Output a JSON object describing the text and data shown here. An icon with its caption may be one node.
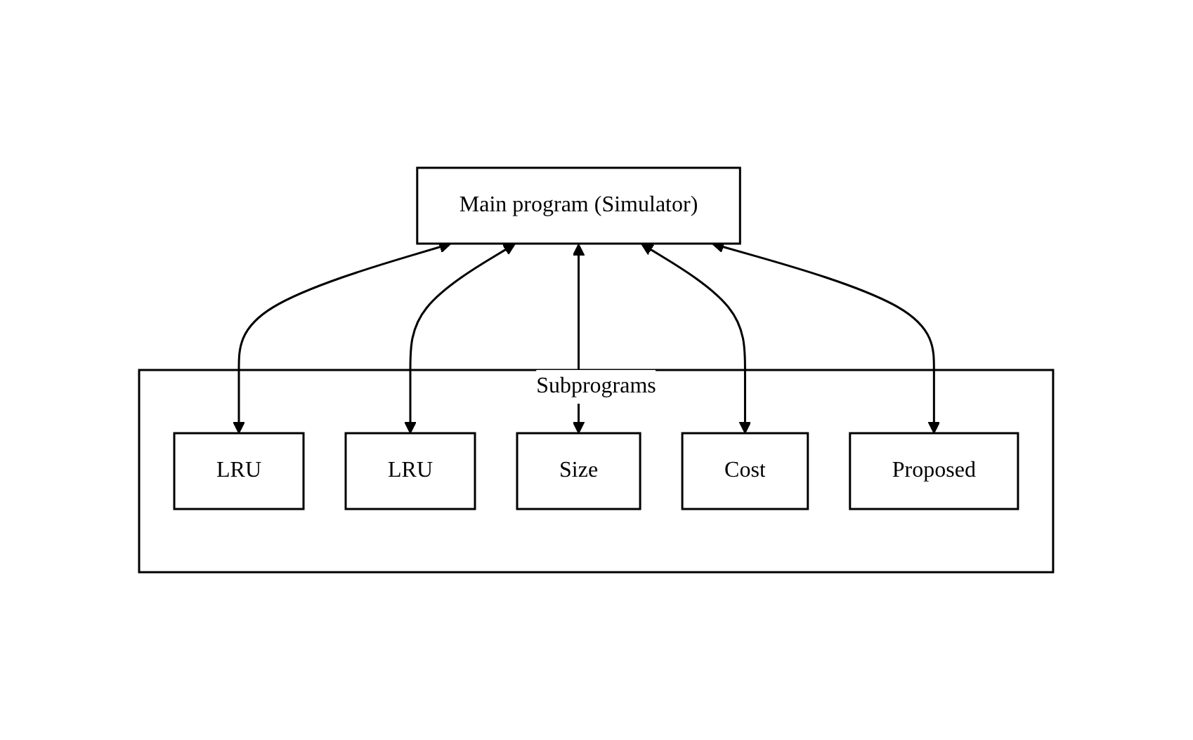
{
  "diagram": {
    "nodes": [
      {
        "text": [
          "Main program (Simulator)"
        ]
      },
      {
        "text": [
          "Subprograms"
        ]
      },
      {
        "text": [
          "LRU"
        ],
        "in": 1
      },
      {
        "text": [
          "LRU"
        ],
        "in": 1
      },
      {
        "text": [
          "Size"
        ],
        "in": 1
      },
      {
        "text": [
          "Cost"
        ],
        "in": 1
      },
      {
        "text": [
          "Proposed"
        ],
        "in": 1
      }
    ],
    "edges": [
      {
        "from": 0,
        "to": 2,
        "arrow": "both"
      },
      {
        "from": 0,
        "to": 3,
        "arrow": "both"
      },
      {
        "from": 0,
        "to": 4,
        "arrow": "both"
      },
      {
        "from": 0,
        "to": 5,
        "arrow": "both"
      },
      {
        "from": 0,
        "to": 6,
        "arrow": "both"
      }
    ]
  }
}
